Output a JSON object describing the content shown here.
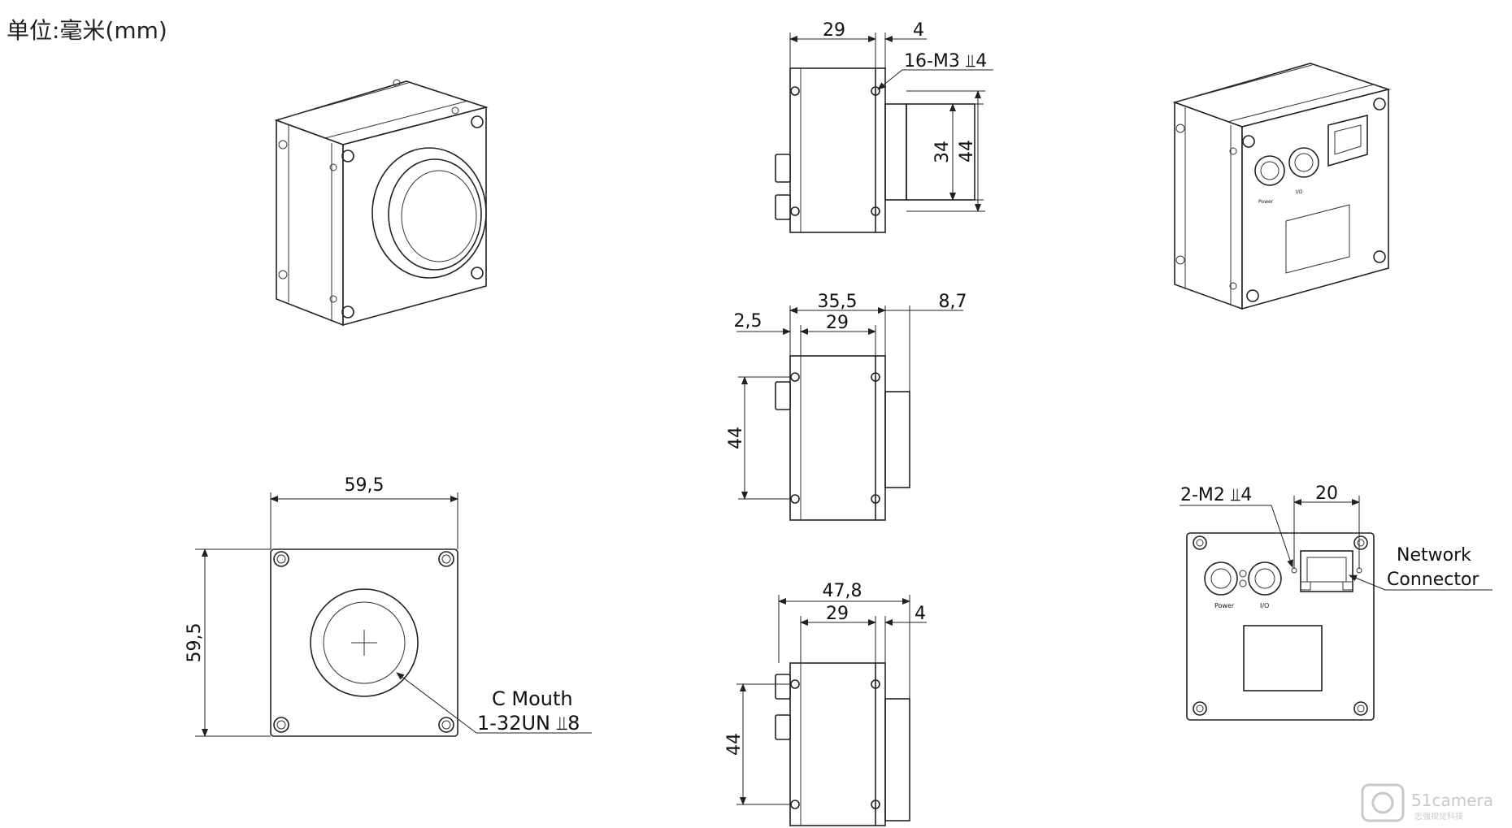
{
  "unit_label": "单位:毫米(mm)",
  "front_view": {
    "width": "59,5",
    "height": "59,5",
    "mount_label_line1": "C Mouth",
    "mount_label_line2": "1-32UN ⫫8"
  },
  "side_view_top": {
    "body_length": "29",
    "flange": "4",
    "thread_note": "16-M3 ⫫4",
    "lens_dia": "34",
    "height": "44"
  },
  "side_view_middle": {
    "overall": "35,5",
    "body_length": "29",
    "front_offset": "2,5",
    "lens_protrusion": "8,7",
    "height": "44"
  },
  "side_view_bottom": {
    "overall": "47,8",
    "body_length": "29",
    "flange": "4",
    "height": "44"
  },
  "rear_view": {
    "screw_note": "2-M2 ⫫4",
    "connector_spacing": "20",
    "network_label_line1": "Network",
    "network_label_line2": "Connector",
    "power_label": "Power",
    "io_label": "I/O"
  },
  "watermark": {
    "brand": "51camera",
    "sub": "志强视觉科技"
  }
}
